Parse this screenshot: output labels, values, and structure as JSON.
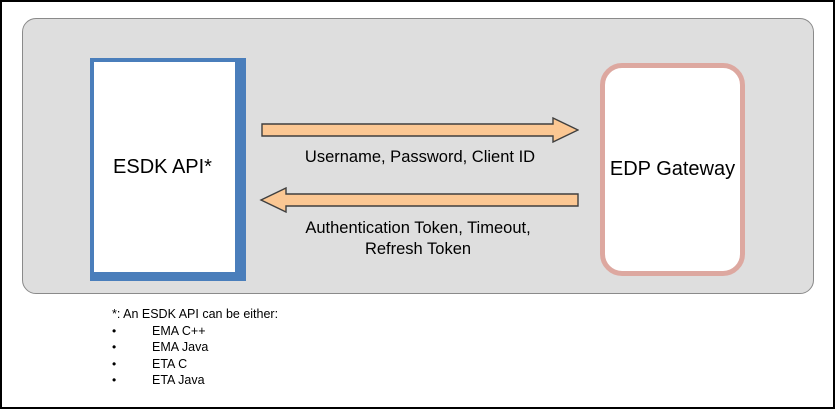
{
  "diagram": {
    "nodes": [
      {
        "id": "esdk-api",
        "label": "ESDK API*",
        "border_color": "#4a7ebb",
        "fill_color": "#ffffff",
        "shape": "rectangle-3d"
      },
      {
        "id": "edp-gateway",
        "label": "EDP\nGateway",
        "label_line1": "EDP",
        "label_line2": "Gateway",
        "border_color": "#dda8a0",
        "fill_color": "#ffffff",
        "shape": "rounded-rectangle"
      }
    ],
    "arrows": [
      {
        "id": "request-arrow",
        "direction": "right",
        "from": "esdk-api",
        "to": "edp-gateway",
        "caption": "Username, Password, Client ID",
        "fill_color": "#fbc793",
        "stroke_color": "#3f3f3f"
      },
      {
        "id": "response-arrow",
        "direction": "left",
        "from": "edp-gateway",
        "to": "esdk-api",
        "caption_line1": "Authentication Token, Timeout,",
        "caption_line2": "Refresh Token",
        "caption": "Authentication Token, Timeout,\nRefresh Token",
        "fill_color": "#fbc793",
        "stroke_color": "#3f3f3f"
      }
    ],
    "panel": {
      "fill_color": "#dedede",
      "border_color": "#8a8a8a"
    }
  },
  "footnote": {
    "heading": "*: An ESDK API can be either:",
    "bullet_glyph": "•",
    "items": [
      {
        "label": "EMA C++"
      },
      {
        "label": "EMA Java"
      },
      {
        "label": "ETA C"
      },
      {
        "label": "ETA Java"
      }
    ]
  }
}
